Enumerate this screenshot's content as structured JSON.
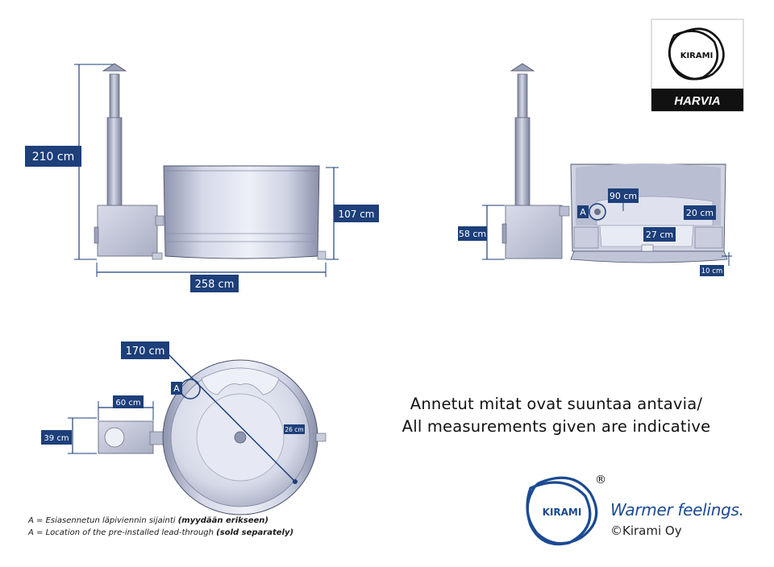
{
  "dimensions": {
    "total_height": "210 cm",
    "tub_height": "107 cm",
    "total_width": "258 cm",
    "heater_height": "58 cm",
    "lead_through": "90 cm",
    "bench_height": "20 cm",
    "floor_depth": "27 cm",
    "base_height": "10 cm",
    "tub_diameter": "170 cm",
    "heater_width": "60 cm",
    "heater_depth": "39 cm",
    "bench_width": "26 cm"
  },
  "marker": "A",
  "notes": {
    "fi_text": "A = Esiasennetun läpiviennin sijainti ",
    "fi_bold": "(myydään erikseen)",
    "en_text": "A = Location of the pre-installed lead-through ",
    "en_bold": "(sold separately)"
  },
  "statement": {
    "line1": "Annetut mitat ovat suuntaa antavia/",
    "line2": "All measurements given are indicative"
  },
  "brand": {
    "kirami_logo_text": "KIRAMI",
    "harvia_logo_text": "HARVIA",
    "registered_mark": "®",
    "slogan": "Warmer feelings.",
    "copyright": "©Kirami Oy"
  },
  "colors": {
    "dimension_label": "#1d3f7a",
    "brand_blue": "#1c4a93",
    "metal_light": "#e3e6f1",
    "metal_dark": "#8d94ad"
  }
}
